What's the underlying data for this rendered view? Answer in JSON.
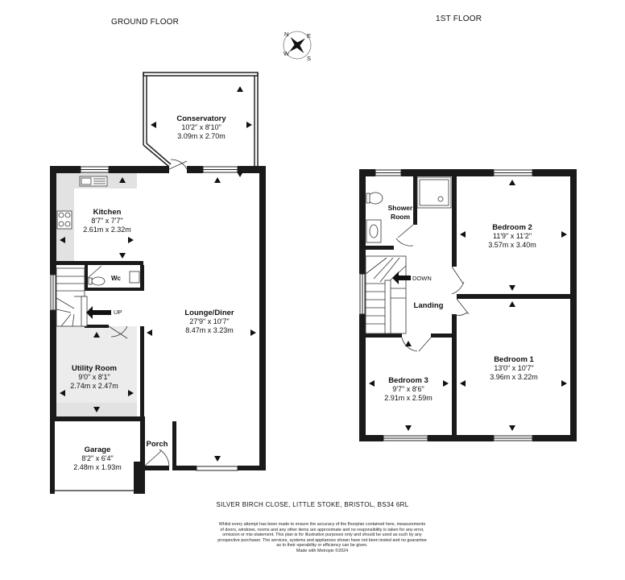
{
  "floors": {
    "ground_label": "GROUND FLOOR",
    "first_label": "1ST FLOOR"
  },
  "rooms": {
    "conservatory": {
      "name": "Conservatory",
      "imperial": "10'2\" x 8'10\"",
      "metric": "3.09m x 2.70m"
    },
    "kitchen": {
      "name": "Kitchen",
      "imperial": "8'7\" x 7'7\"",
      "metric": "2.61m x 2.32m"
    },
    "wc": {
      "name": "Wc"
    },
    "lounge": {
      "name": "Lounge/Diner",
      "imperial": "27'9\" x 10'7\"",
      "metric": "8.47m x 3.23m"
    },
    "utility": {
      "name": "Utility Room",
      "imperial": "9'0\" x 8'1\"",
      "metric": "2.74m x 2.47m"
    },
    "garage": {
      "name": "Garage",
      "imperial": "8'2\" x 6'4\"",
      "metric": "2.48m x 1.93m"
    },
    "porch": {
      "name": "Porch"
    },
    "shower": {
      "name": "Shower",
      "name2": "Room"
    },
    "bedroom2": {
      "name": "Bedroom 2",
      "imperial": "11'9\" x 11'2\"",
      "metric": "3.57m x 3.40m"
    },
    "landing": {
      "name": "Landing"
    },
    "bedroom1": {
      "name": "Bedroom 1",
      "imperial": "13'0\" x 10'7\"",
      "metric": "3.96m x 3.22m"
    },
    "bedroom3": {
      "name": "Bedroom 3",
      "imperial": "9'7\" x 8'6\"",
      "metric": "2.91m x 2.59m"
    }
  },
  "stairs": {
    "up": "UP",
    "down": "DOWN"
  },
  "compass": {
    "labels": [
      "N",
      "S",
      "E",
      "W"
    ]
  },
  "address": "SILVER BIRCH CLOSE, LITTLE STOKE, BRISTOL, BS34 6RL",
  "disclaimer": [
    "Whilst every attempt has been made to ensure the accuracy of the floorplan contained here, measurements",
    "of doors, windows, rooms and any other items are approximate and no responsibility is taken for any error,",
    "omission or mis-statement. This plan is for illustrative purposes only and should be used as such by any",
    "prospective purchaser. The services, systems and appliances shown have not been tested and no guarantee",
    "as to their operability or efficiency can be given.",
    "Made with Metropix ©2024"
  ]
}
